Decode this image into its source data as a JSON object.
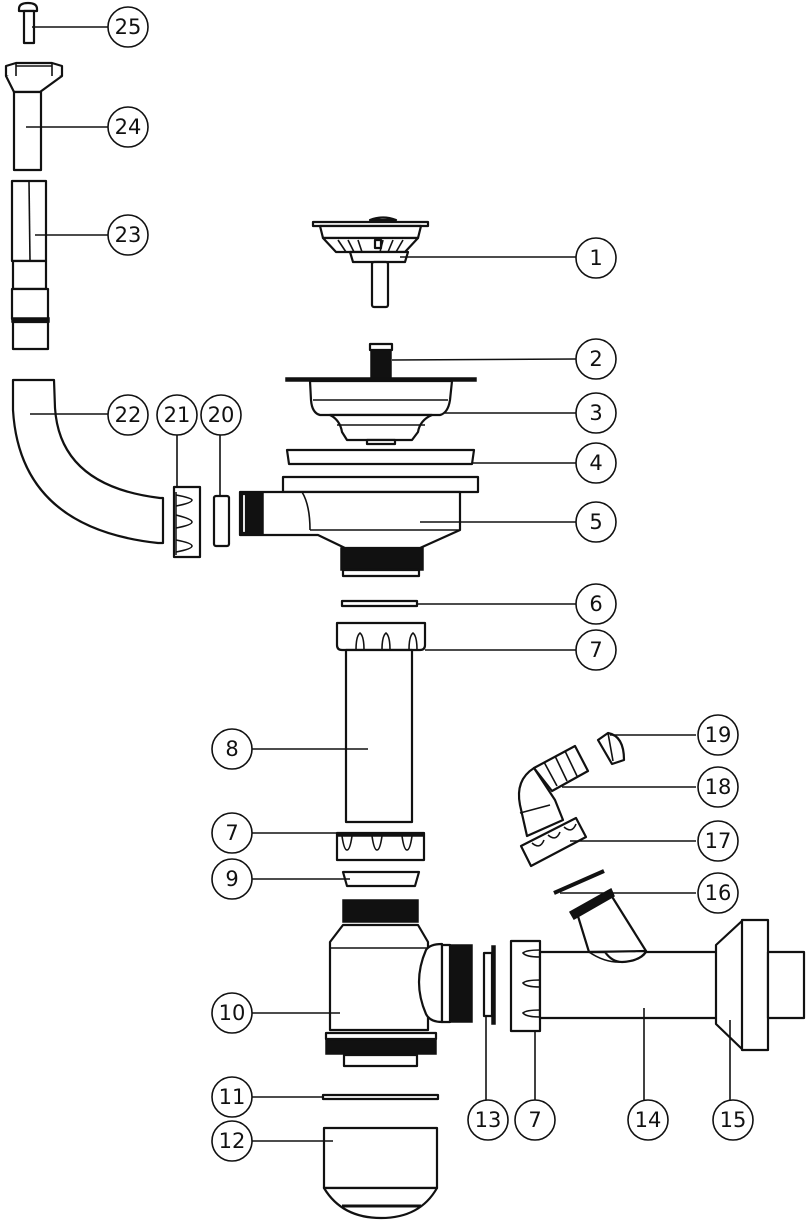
{
  "diagram": {
    "type": "exploded-parts-view",
    "line_color": "#111111",
    "background": "#ffffff",
    "balloons": [
      {
        "id": "b1",
        "label": "1"
      },
      {
        "id": "b2",
        "label": "2"
      },
      {
        "id": "b3",
        "label": "3"
      },
      {
        "id": "b4",
        "label": "4"
      },
      {
        "id": "b5",
        "label": "5"
      },
      {
        "id": "b6",
        "label": "6"
      },
      {
        "id": "b7a",
        "label": "7"
      },
      {
        "id": "b8",
        "label": "8"
      },
      {
        "id": "b7b",
        "label": "7"
      },
      {
        "id": "b9",
        "label": "9"
      },
      {
        "id": "b10",
        "label": "10"
      },
      {
        "id": "b11",
        "label": "11"
      },
      {
        "id": "b12",
        "label": "12"
      },
      {
        "id": "b13",
        "label": "13"
      },
      {
        "id": "b7c",
        "label": "7"
      },
      {
        "id": "b14",
        "label": "14"
      },
      {
        "id": "b15",
        "label": "15"
      },
      {
        "id": "b16",
        "label": "16"
      },
      {
        "id": "b17",
        "label": "17"
      },
      {
        "id": "b18",
        "label": "18"
      },
      {
        "id": "b19",
        "label": "19"
      },
      {
        "id": "b20",
        "label": "20"
      },
      {
        "id": "b21",
        "label": "21"
      },
      {
        "id": "b22",
        "label": "22"
      },
      {
        "id": "b23",
        "label": "23"
      },
      {
        "id": "b24",
        "label": "24"
      },
      {
        "id": "b25",
        "label": "25"
      }
    ]
  }
}
